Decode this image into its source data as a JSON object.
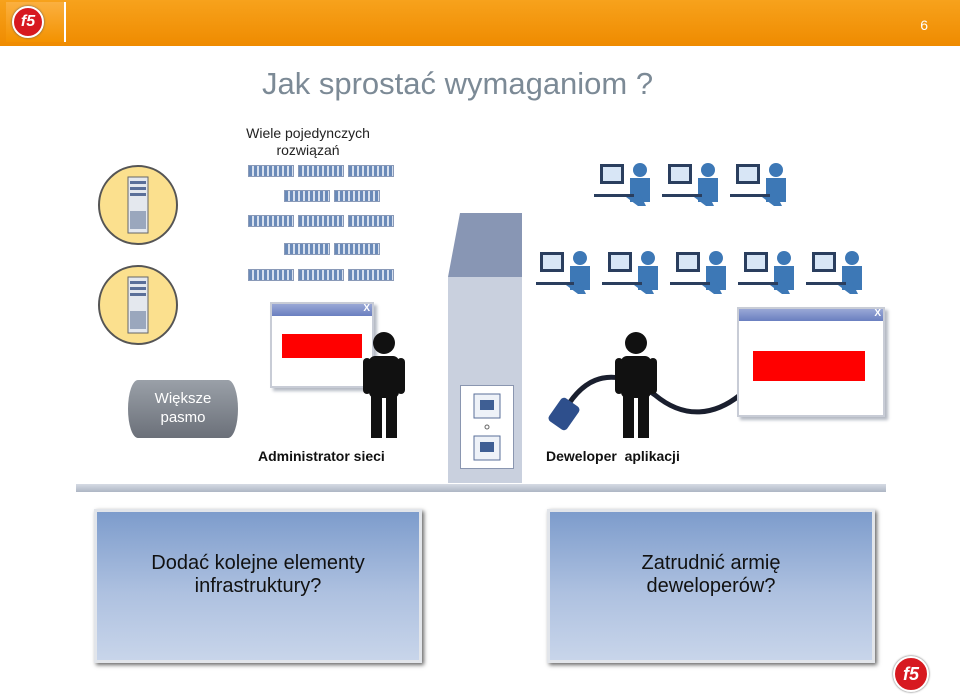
{
  "header": {
    "logo_text": "f5",
    "page_number": "6",
    "bar_color": "#f39200"
  },
  "slide": {
    "title": "Jak sprostać wymaganiom ?",
    "subtitle_line1": "Wiele pojedynczych",
    "subtitle_line2": "rozwiązań",
    "pipe_line1": "Większe",
    "pipe_line2": "pasmo",
    "admin_label": "Administrator sieci",
    "dev_label": "Deweloper  aplikacji",
    "box_left_line1": "Dodać kolejne elementy",
    "box_left_line2": "infrastruktury?",
    "box_right_line1": "Zatrudnić armię",
    "box_right_line2": "deweloperów?",
    "window_close": "X",
    "footer_logo_text": "f5"
  },
  "colors": {
    "accent": "#f39200",
    "title": "#7c8a96",
    "people": "#3d78b6",
    "alert": "#ff0000"
  }
}
